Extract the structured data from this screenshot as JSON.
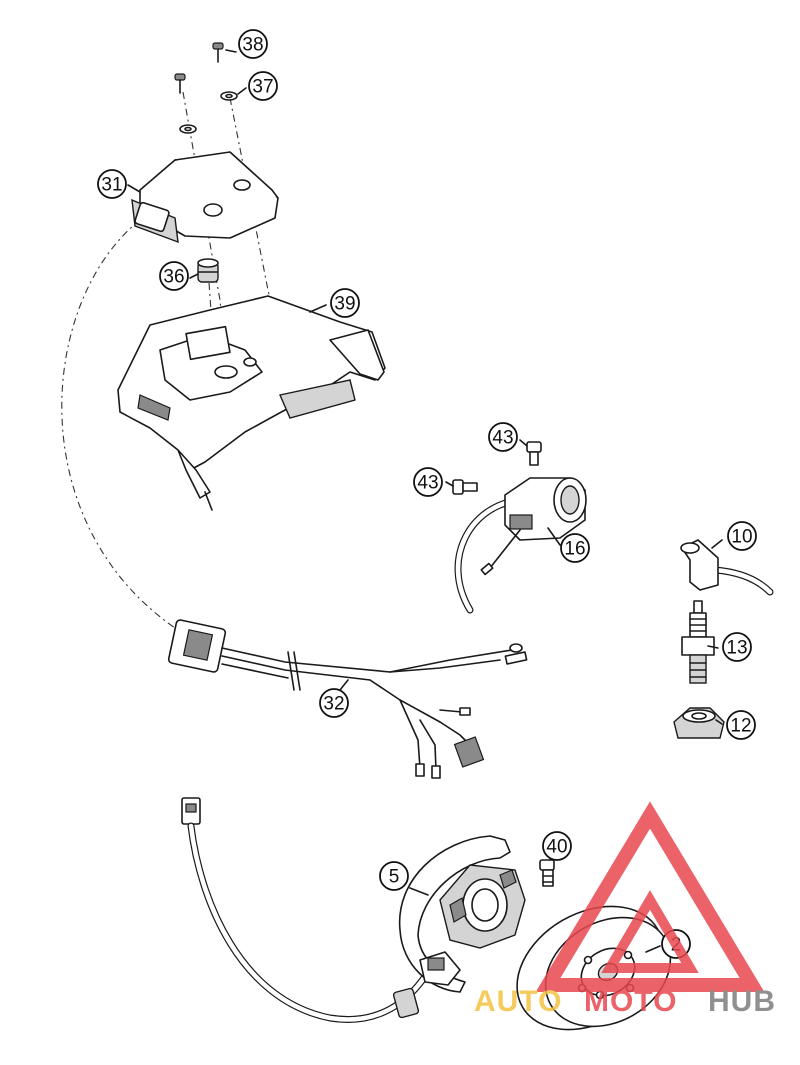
{
  "callouts": [
    {
      "id": "38",
      "label": "38"
    },
    {
      "id": "37",
      "label": "37"
    },
    {
      "id": "31",
      "label": "31"
    },
    {
      "id": "36",
      "label": "36"
    },
    {
      "id": "39",
      "label": "39"
    },
    {
      "id": "43a",
      "label": "43"
    },
    {
      "id": "43b",
      "label": "43"
    },
    {
      "id": "16",
      "label": "16"
    },
    {
      "id": "10",
      "label": "10"
    },
    {
      "id": "13",
      "label": "13"
    },
    {
      "id": "12",
      "label": "12"
    },
    {
      "id": "32",
      "label": "32"
    },
    {
      "id": "5",
      "label": "5"
    },
    {
      "id": "40",
      "label": "40"
    },
    {
      "id": "2",
      "label": "2"
    }
  ],
  "watermark": {
    "word_1": "AUTO",
    "word_2": "MOTO",
    "word_3": "HUB",
    "color_1": "#f5c242",
    "color_2": "#e8474f",
    "color_3": "#7d7d7d"
  }
}
